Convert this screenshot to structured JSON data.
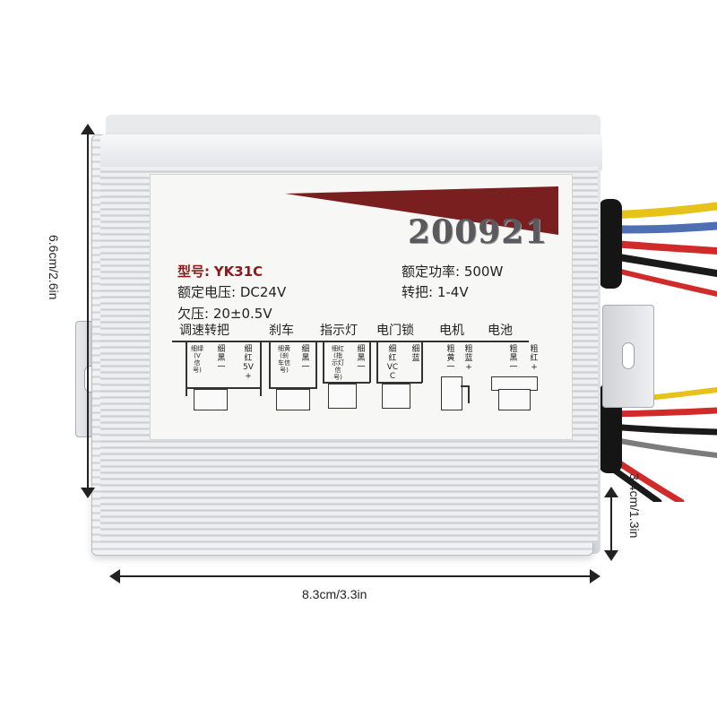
{
  "label": {
    "serial": "200921",
    "model_label": "型号:",
    "model_value": "YK31C",
    "voltage_label": "额定电压:",
    "voltage_value": "DC24V",
    "undervoltage_label": "欠压:",
    "undervoltage_value": "20±0.5V",
    "power_label": "额定功率:",
    "power_value": "500W",
    "throttle_label": "转把:",
    "throttle_value": "1-4V",
    "wedge_color": "#7a1f1f",
    "groups": [
      {
        "title": "调速转把",
        "pins": [
          "细绿(V信号)",
          "细黑一",
          "细红5V+"
        ]
      },
      {
        "title": "刹车",
        "pins": [
          "细黄(刹车信号)",
          "细黑一"
        ]
      },
      {
        "title": "指示灯",
        "pins": [
          "细红(指示灯信号)",
          "细黑一"
        ]
      },
      {
        "title": "电门锁",
        "pins": [
          "细红VCC",
          "细蓝"
        ]
      },
      {
        "title": "电机",
        "pins": [
          "粗黄一",
          "粗蓝+"
        ]
      },
      {
        "title": "电池",
        "pins": [
          "粗黑一",
          "粗红+"
        ]
      }
    ]
  },
  "dimensions": {
    "height": "6.6cm/2.6in",
    "width": "8.3cm/3.3in",
    "depth": "3.4cm/1.3in"
  },
  "wire_colors": [
    "#e6c21a",
    "#4f6fb5",
    "#d12a2a",
    "#1a1a1a",
    "#7c7c7c",
    "#2f7d3a"
  ]
}
